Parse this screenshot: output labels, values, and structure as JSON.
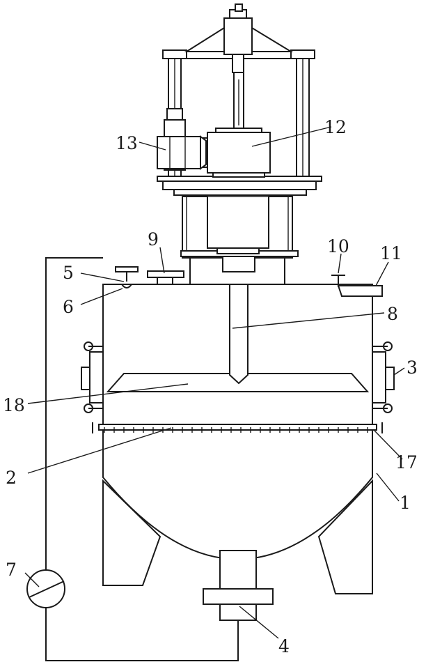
{
  "diagram": {
    "labels": {
      "l1": "1",
      "l2": "2",
      "l3": "3",
      "l4": "4",
      "l5": "5",
      "l6": "6",
      "l7": "7",
      "l8": "8",
      "l9": "9",
      "l10": "10",
      "l11": "11",
      "l12": "12",
      "l13": "13",
      "l17": "17",
      "l18": "18"
    }
  }
}
